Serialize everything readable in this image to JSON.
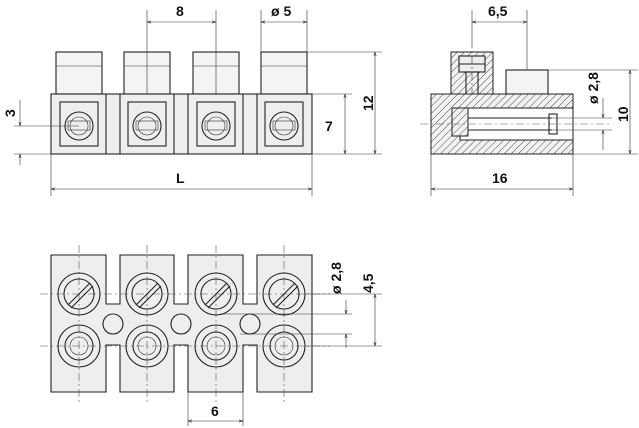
{
  "dimensions": {
    "top_view": {
      "pitch": "8",
      "tab_diameter": "ø 5",
      "height_12": "12",
      "height_7": "7",
      "height_3": "3",
      "length": "L"
    },
    "side_view": {
      "width_6_5": "6,5",
      "hole_diameter": "ø 2,8",
      "height_10": "10",
      "depth_16": "16"
    },
    "plan_view": {
      "screw_diameter": "ø 2,8",
      "hole_spacing": "4,5",
      "pitch": "6"
    }
  }
}
